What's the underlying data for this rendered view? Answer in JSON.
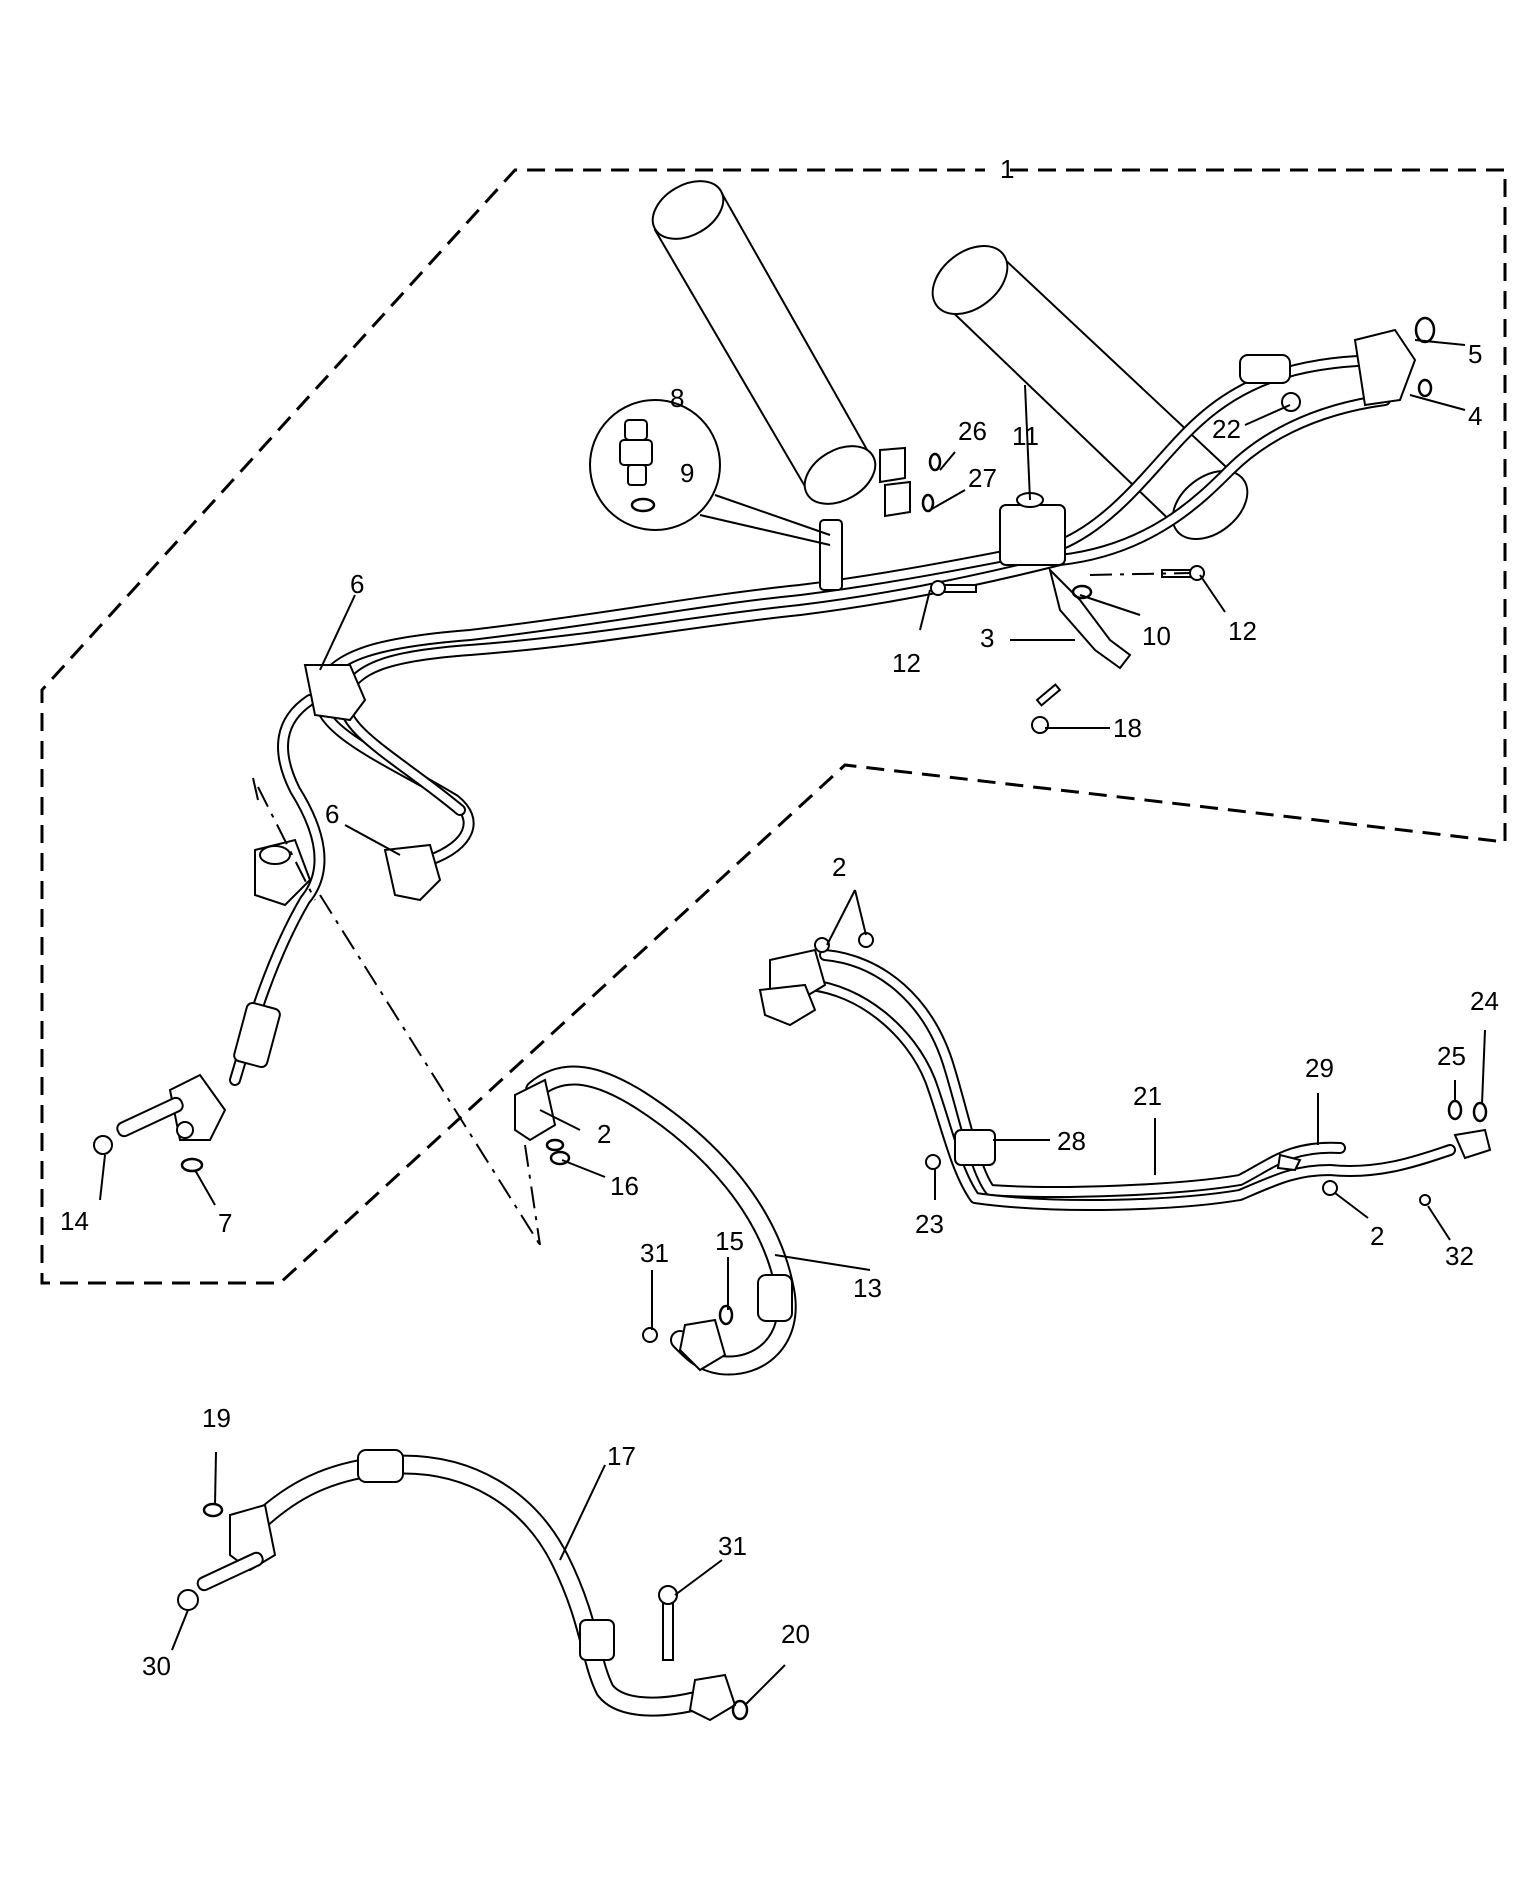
{
  "callouts": {
    "c1": "1",
    "c2a": "2",
    "c2b": "2",
    "c2c": "2",
    "c3": "3",
    "c4": "4",
    "c5": "5",
    "c6a": "6",
    "c6b": "6",
    "c7": "7",
    "c8": "8",
    "c9": "9",
    "c10": "10",
    "c11": "11",
    "c12a": "12",
    "c12b": "12",
    "c13": "13",
    "c14": "14",
    "c15": "15",
    "c16": "16",
    "c17": "17",
    "c18": "18",
    "c19": "19",
    "c20": "20",
    "c21": "21",
    "c22": "22",
    "c23": "23",
    "c24": "24",
    "c25": "25",
    "c26": "26",
    "c27": "27",
    "c28": "28",
    "c29": "29",
    "c30": "30",
    "c31a": "31",
    "c31b": "31",
    "c32": "32"
  }
}
